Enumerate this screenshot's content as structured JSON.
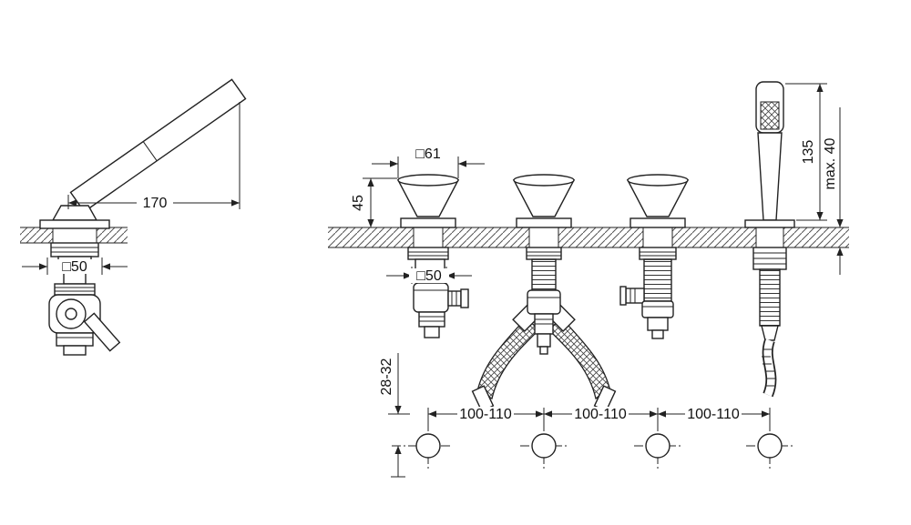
{
  "drawing": {
    "kind": "faucet-installation-technical-drawing",
    "dims": {
      "spout_length": "170",
      "spout_base_square": "□50",
      "handle_square": "□61",
      "handle_height": "45",
      "valve_square": "□50",
      "shower_length": "135",
      "deck_thickness": "max. 40",
      "hole_offset": "28-32",
      "hole_spacing_a": "100-110",
      "hole_spacing_b": "100-110",
      "hole_spacing_c": "100-110"
    }
  }
}
